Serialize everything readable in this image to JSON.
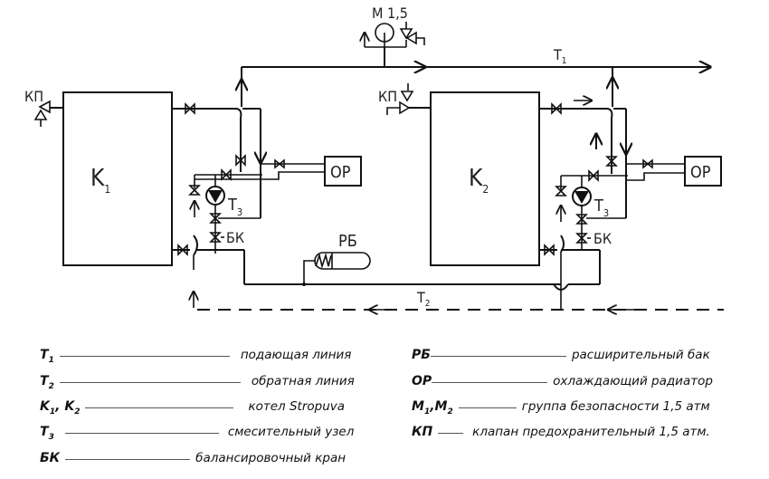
{
  "diagram": {
    "title": "Схема подключения двух котлов Stropuva",
    "labels": {
      "boiler1": "K",
      "boiler1_sub": "1",
      "boiler2": "K",
      "boiler2_sub": "2",
      "supply_line": "T",
      "supply_line_sub": "1",
      "return_line": "T",
      "return_line_sub": "2",
      "mixing_unit": "T",
      "mixing_unit_sub": "3",
      "radiator1": "ОР",
      "radiator2": "ОР",
      "expansion_tank": "РБ",
      "balancing_valve1": "БК",
      "balancing_valve2": "БК",
      "safety_valve1": "КП",
      "safety_valve2": "КП",
      "safety_group": "М 1,5"
    }
  },
  "legend": {
    "left": [
      {
        "key": "T",
        "sub": "1",
        "description": "подающая линия"
      },
      {
        "key": "T",
        "sub": "2",
        "description": "обратная линия"
      },
      {
        "key": "K",
        "sub": "1",
        "key2": "K",
        "sub2": "2",
        "description": "котел Stropuva"
      },
      {
        "key": "T",
        "sub": "3",
        "description": "смесительный узел"
      },
      {
        "key": "БК",
        "sub": "",
        "description": "балансировочный кран"
      }
    ],
    "right": [
      {
        "key": "РБ",
        "sub": "",
        "description": "расширительный бак"
      },
      {
        "key": "ОР",
        "sub": "",
        "description": "охлаждающий радиатор"
      },
      {
        "key": "M",
        "sub": "1",
        "key2": "M",
        "sub2": "2",
        "description": "группа безопасности 1,5 атм"
      },
      {
        "key": "КП",
        "sub": "",
        "description": "клапан предохранительный 1,5 атм."
      }
    ]
  }
}
